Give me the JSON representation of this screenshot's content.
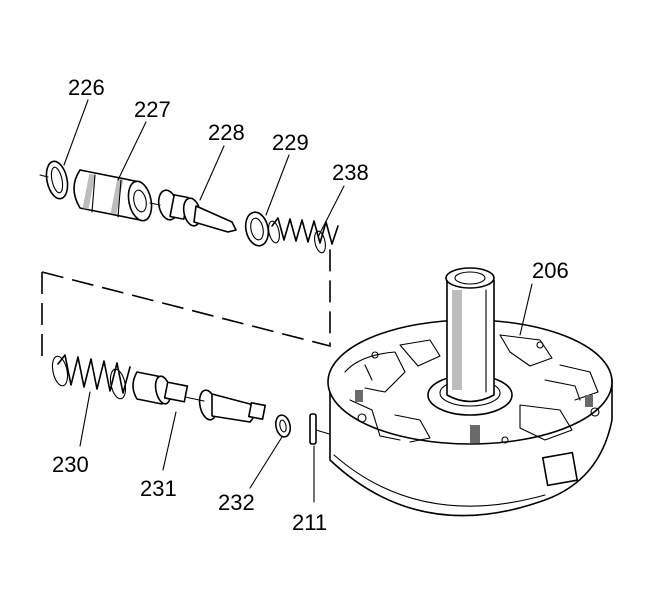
{
  "callouts": {
    "c226": "226",
    "c227": "227",
    "c228": "228",
    "c229": "229",
    "c238": "238",
    "c206": "206",
    "c230": "230",
    "c231": "231",
    "c232": "232",
    "c211": "211"
  }
}
